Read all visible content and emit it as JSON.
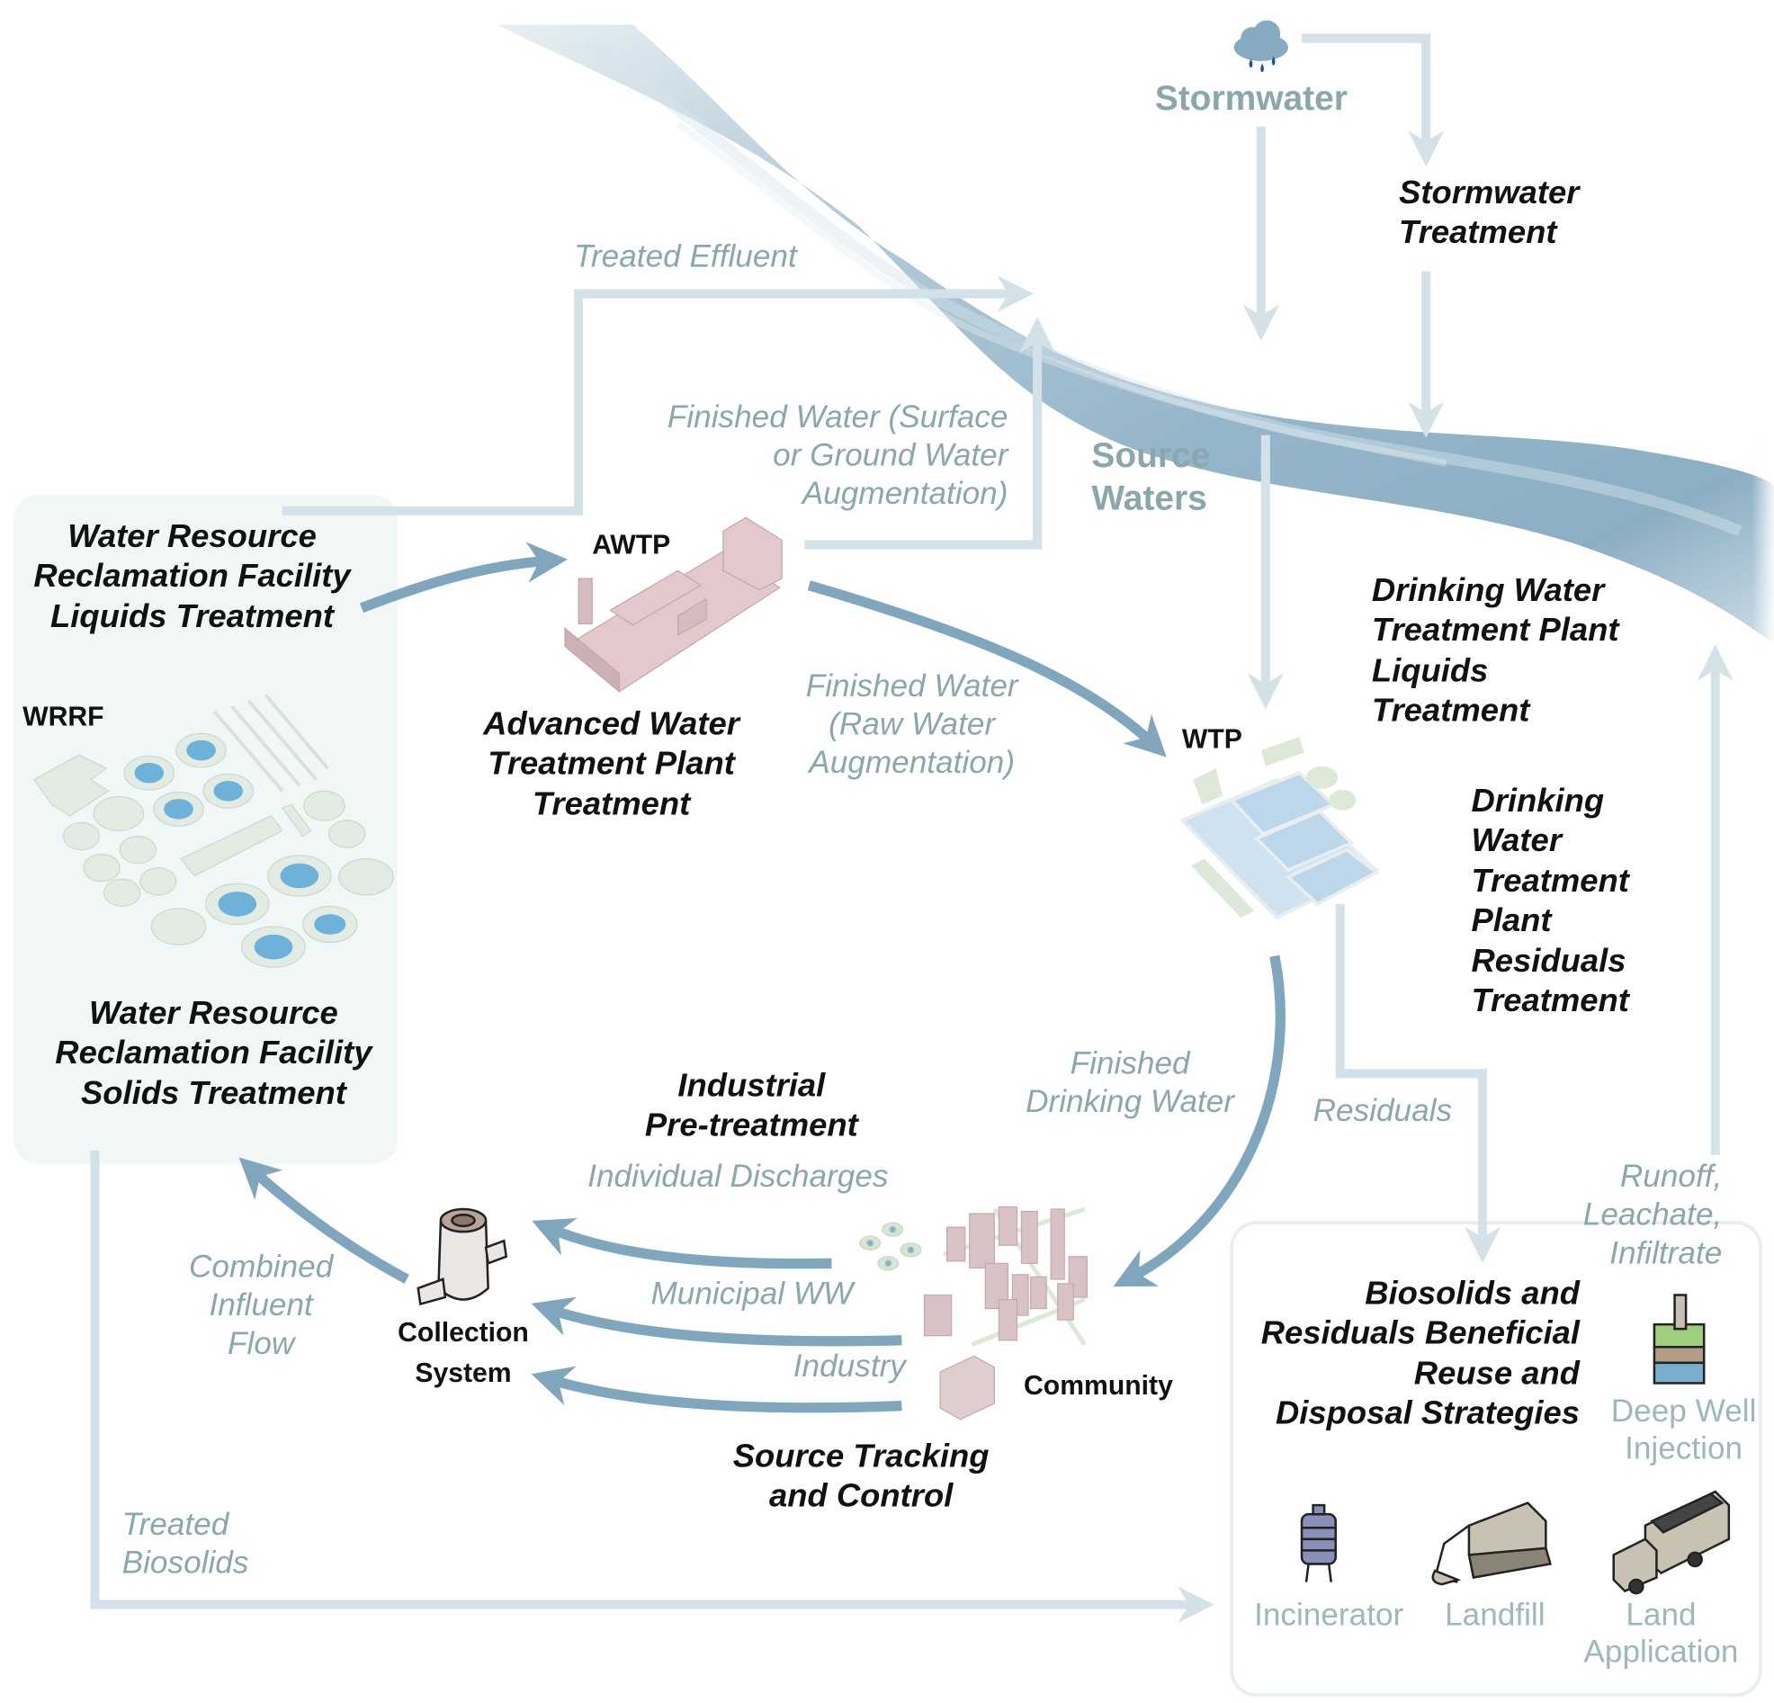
{
  "colors": {
    "river": "#8fb2c7",
    "flow_arrow_dark": "#7fa6bd",
    "flow_arrow_light": "#d3e1e8",
    "panel_bg": "#f1f6f6",
    "label_muted": "#8aa7ac",
    "label_bold": "#111111",
    "rain_drops": "#1f4fa0"
  },
  "sources": {
    "stormwater": "Stormwater",
    "source_waters": "Source\nWaters"
  },
  "facilities": {
    "wrrf_tag": "WRRF",
    "awtp_tag": "AWTP",
    "wtp_tag": "WTP",
    "collection_tag": "Collection\nSystem",
    "community_tag": "Community"
  },
  "processes": {
    "stormwater_treatment": "Stormwater\nTreatment",
    "wrrf_liquids": "Water Resource\nReclamation Facility\nLiquids Treatment",
    "wrrf_solids": "Water Resource\nReclamation Facility\nSolids Treatment",
    "awtp_treatment": "Advanced Water\nTreatment Plant\nTreatment",
    "dwtp_liquids": "Drinking Water\nTreatment Plant\nLiquids\nTreatment",
    "dwtp_residuals": "Drinking\nWater\nTreatment\nPlant\nResiduals\nTreatment",
    "industrial_pretreatment": "Industrial\nPre-treatment",
    "source_tracking": "Source Tracking\nand Control",
    "biosolids_strategies": "Biosolids and\nResiduals Beneficial\nReuse and\nDisposal Strategies"
  },
  "flows": {
    "treated_effluent": "Treated Effluent",
    "finished_water_surface": "Finished Water (Surface\nor Ground Water\nAugmentation)",
    "finished_water_raw": "Finished Water\n(Raw Water\nAugmentation)",
    "finished_drinking_water": "Finished\nDrinking Water",
    "residuals": "Residuals",
    "individual_discharges": "Individual Discharges",
    "municipal_ww": "Municipal WW",
    "industry": "Industry",
    "combined_influent": "Combined\nInfluent\nFlow",
    "treated_biosolids": "Treated\nBiosolids",
    "runoff": "Runoff,\nLeachate,\nInfiltrate"
  },
  "disposal_options": [
    {
      "label": "Deep Well\nInjection",
      "icon": "deep-well-icon"
    },
    {
      "label": "Incinerator",
      "icon": "incinerator-icon"
    },
    {
      "label": "Landfill",
      "icon": "excavator-icon"
    },
    {
      "label": "Land\nApplication",
      "icon": "dump-truck-icon"
    }
  ]
}
